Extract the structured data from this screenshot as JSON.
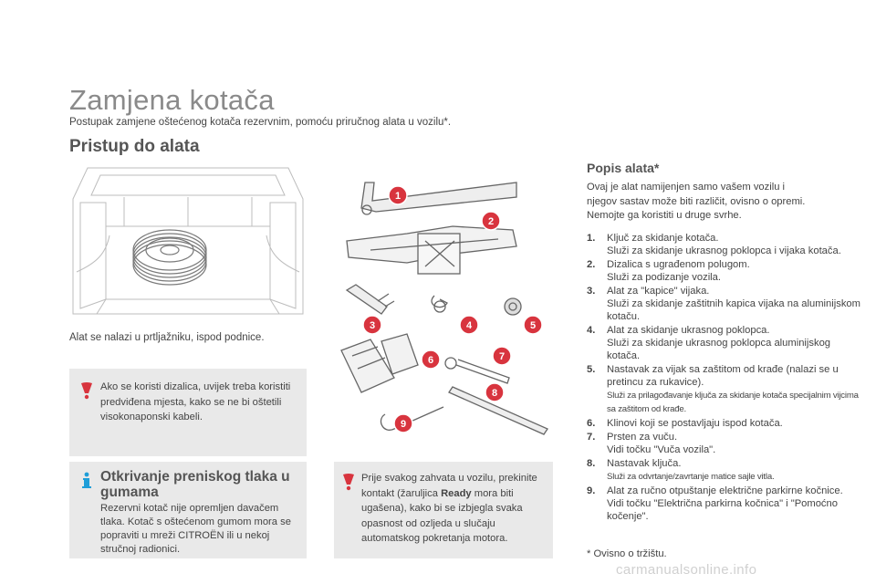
{
  "title": "Zamjena kotača",
  "subtitle": "Postupak zamjene oštećenog kotača rezervnim, pomoću priručnog alata u vozilu*.",
  "section_title": "Pristup do alata",
  "trunk_caption": "Alat se nalazi u prtljažniku, ispod podnice.",
  "warning_jack": "Ako se koristi dizalica, uvijek treba koristiti predviđena mjesta, kako se ne bi oštetili visokonaponski kabeli.",
  "info_box": {
    "title": "Otkrivanje preniskog tlaka u gumama",
    "text": "Rezervni kotač nije opremljen davačem tlaka. Kotač s oštećenom gumom mora se popraviti u mreži CITROËN ili u nekoj stručnoj radionici."
  },
  "warning_ignition": {
    "before": "Prije svakog zahvata u vozilu, prekinite kontakt (žaruljica ",
    "bold": "Ready",
    "after": " mora biti ugašena), kako bi se izbjegla svaka opasnost od ozljeda u slučaju automatskog pokretanja motora."
  },
  "tool_callouts": [
    "1",
    "2",
    "3",
    "4",
    "5",
    "6",
    "7",
    "8",
    "9"
  ],
  "list_title": "Popis alata*",
  "list_intro": "Ovaj je alat namijenjen samo vašem vozilu i njegov sastav može biti različit, ovisno o opremi. Nemojte ga koristiti u druge svrhe.",
  "tools": [
    {
      "num": "1.",
      "text": "Ključ za skidanje kotača.\nSluži za skidanje ukrasnog poklopca i vijaka kotača."
    },
    {
      "num": "2.",
      "text": "Dizalica s ugrađenom polugom.\nSluži za podizanje vozila."
    },
    {
      "num": "3.",
      "text": "Alat za \"kapice\" vijaka.\nSluži za skidanje zaštitnih kapica vijaka na aluminijskom kotaču."
    },
    {
      "num": "4.",
      "text": "Alat za skidanje ukrasnog poklopca.\nSluži za skidanje ukrasnog poklopca aluminijskog kotača."
    },
    {
      "num": "5.",
      "text": "Nastavak za vijak sa zaštitom od krađe (nalazi se u pretincu za rukavice).",
      "small": "Služi za prilagođavanje ključa za skidanje kotača specijalnim vijcima sa zaštitom od krađe."
    },
    {
      "num": "6.",
      "text": "Klinovi koji se postavljaju ispod kotača."
    },
    {
      "num": "7.",
      "text": "Prsten za vuču.\nVidi točku \"Vuča vozila\"."
    },
    {
      "num": "8.",
      "text": "Nastavak ključa.",
      "small": "Služi za odvrtanje/zavrtanje matice sajle vitla."
    },
    {
      "num": "9.",
      "text": "Alat za ručno otpuštanje električne parkirne kočnice.\nVidi točku \"Električna parkirna kočnica\" i \"Pomoćno kočenje\"."
    }
  ],
  "footnote": "* Ovisno o tržištu.",
  "watermark": "carmanualsonline.info",
  "colors": {
    "callout_red": "#d8343e",
    "warning_red": "#d8343e",
    "info_blue": "#1f9ed8",
    "box_gray": "#e9e9e9",
    "title_gray": "#8a8a8a"
  }
}
